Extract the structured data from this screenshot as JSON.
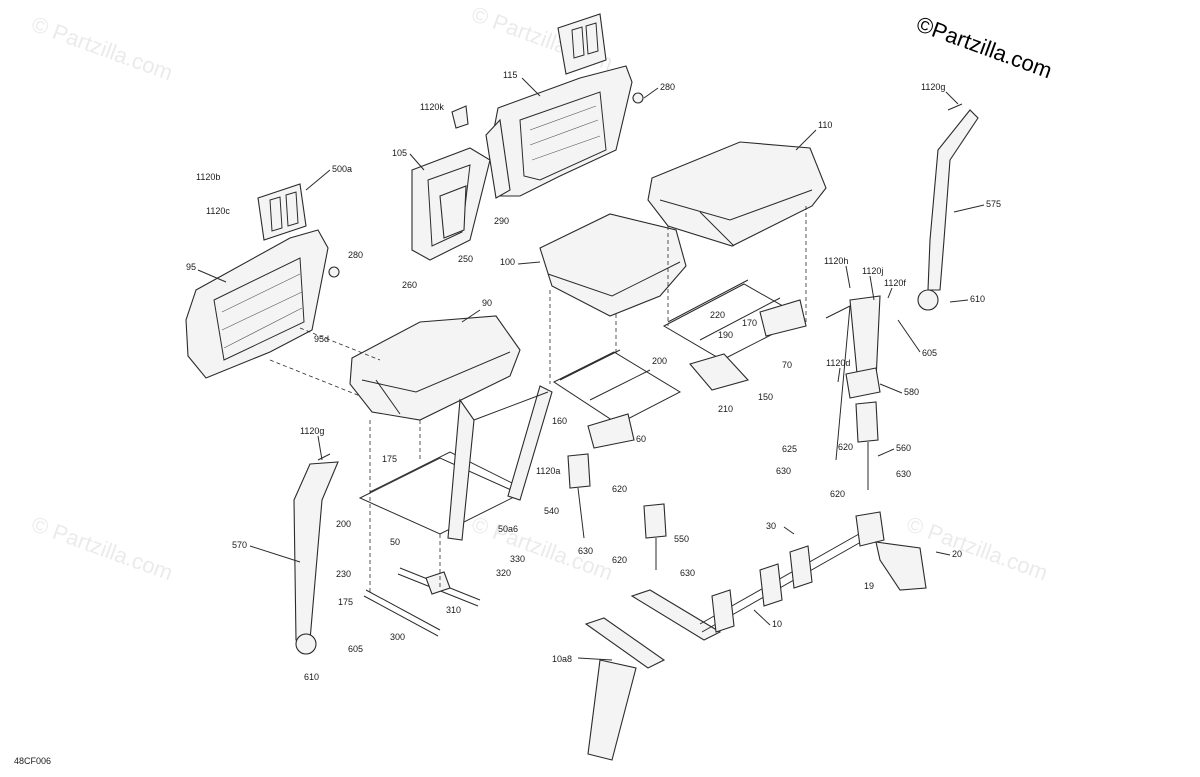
{
  "brand": "©Partzilla.com",
  "watermark": "© Partzilla.com",
  "diagram_code": "48CF006",
  "callouts": [
    {
      "id": "c-1120g-top",
      "text": "1120g"
    },
    {
      "id": "c-575",
      "text": "575"
    },
    {
      "id": "c-610-right",
      "text": "610"
    },
    {
      "id": "c-605-right",
      "text": "605"
    },
    {
      "id": "c-1120f",
      "text": "1120f"
    },
    {
      "id": "c-1120j",
      "text": "1120j"
    },
    {
      "id": "c-1120h",
      "text": "1120h"
    },
    {
      "id": "c-1120d",
      "text": "1120d"
    },
    {
      "id": "c-580",
      "text": "580"
    },
    {
      "id": "c-560",
      "text": "560"
    },
    {
      "id": "c-630-r1",
      "text": "630"
    },
    {
      "id": "c-620-r1",
      "text": "620"
    },
    {
      "id": "c-625",
      "text": "625"
    },
    {
      "id": "c-630-r2",
      "text": "630"
    },
    {
      "id": "c-620-r2",
      "text": "620"
    },
    {
      "id": "c-115",
      "text": "115"
    },
    {
      "id": "c-280-top",
      "text": "280"
    },
    {
      "id": "c-1120k",
      "text": "1120k"
    },
    {
      "id": "c-110",
      "text": "110"
    },
    {
      "id": "c-105",
      "text": "105"
    },
    {
      "id": "c-290",
      "text": "290"
    },
    {
      "id": "c-250",
      "text": "250"
    },
    {
      "id": "c-260",
      "text": "260"
    },
    {
      "id": "c-100",
      "text": "100"
    },
    {
      "id": "c-1120b",
      "text": "1120b"
    },
    {
      "id": "c-1120c",
      "text": "1120c"
    },
    {
      "id": "c-500a",
      "text": "500a"
    },
    {
      "id": "c-280-left",
      "text": "280"
    },
    {
      "id": "c-95",
      "text": "95"
    },
    {
      "id": "c-95d",
      "text": "95d"
    },
    {
      "id": "c-90",
      "text": "90"
    },
    {
      "id": "c-220",
      "text": "220"
    },
    {
      "id": "c-170",
      "text": "170"
    },
    {
      "id": "c-190",
      "text": "190"
    },
    {
      "id": "c-70",
      "text": "70"
    },
    {
      "id": "c-200-mid",
      "text": "200"
    },
    {
      "id": "c-150",
      "text": "150"
    },
    {
      "id": "c-210",
      "text": "210"
    },
    {
      "id": "c-160",
      "text": "160"
    },
    {
      "id": "c-60",
      "text": "60"
    },
    {
      "id": "c-1120a",
      "text": "1120a"
    },
    {
      "id": "c-1120g-left",
      "text": "1120g"
    },
    {
      "id": "c-175-top",
      "text": "175"
    },
    {
      "id": "c-200-left",
      "text": "200"
    },
    {
      "id": "c-50",
      "text": "50"
    },
    {
      "id": "c-50a6",
      "text": "50a6"
    },
    {
      "id": "c-540",
      "text": "540"
    },
    {
      "id": "c-620-mid",
      "text": "620"
    },
    {
      "id": "c-550",
      "text": "550"
    },
    {
      "id": "c-630-mid1",
      "text": "630"
    },
    {
      "id": "c-620-mid2",
      "text": "620"
    },
    {
      "id": "c-630-mid2",
      "text": "630"
    },
    {
      "id": "c-570",
      "text": "570"
    },
    {
      "id": "c-330",
      "text": "330"
    },
    {
      "id": "c-320",
      "text": "320"
    },
    {
      "id": "c-230",
      "text": "230"
    },
    {
      "id": "c-175-bot",
      "text": "175"
    },
    {
      "id": "c-310",
      "text": "310"
    },
    {
      "id": "c-300",
      "text": "300"
    },
    {
      "id": "c-605-left",
      "text": "605"
    },
    {
      "id": "c-610-left",
      "text": "610"
    },
    {
      "id": "c-30",
      "text": "30"
    },
    {
      "id": "c-20",
      "text": "20"
    },
    {
      "id": "c-19",
      "text": "19"
    },
    {
      "id": "c-10",
      "text": "10"
    },
    {
      "id": "c-10a8",
      "text": "10a8"
    }
  ]
}
